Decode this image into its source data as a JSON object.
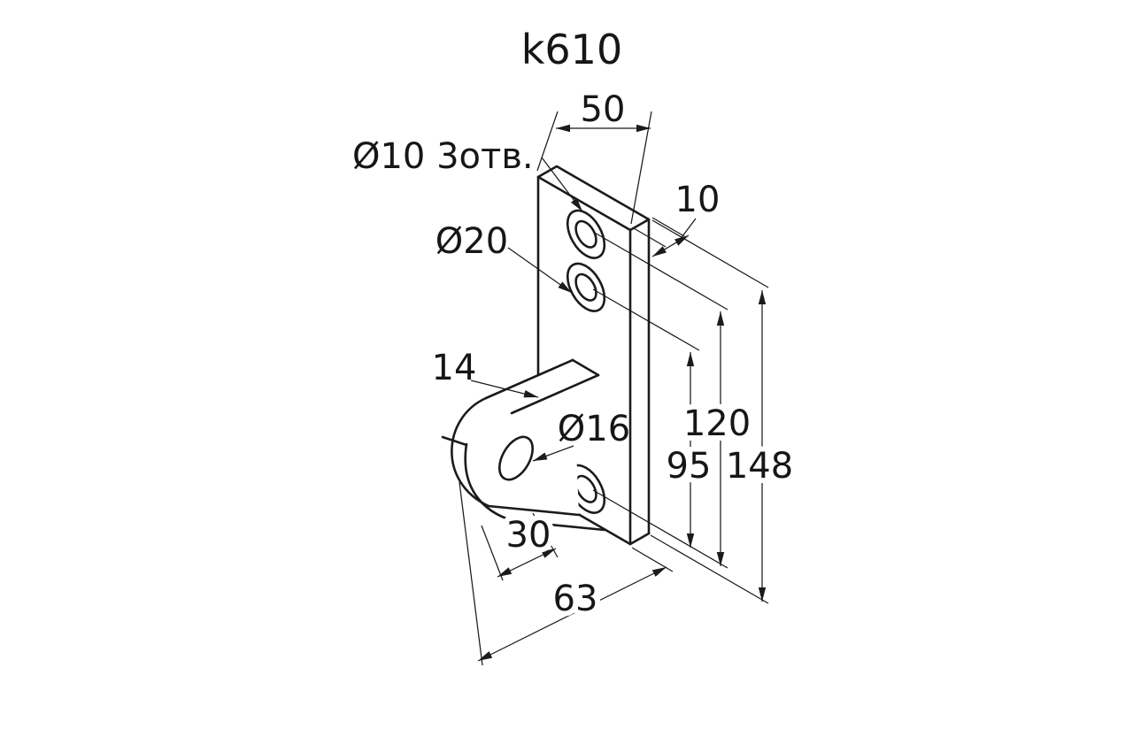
{
  "drawing": {
    "title": "k610",
    "labels": {
      "holes_note": "Ø10 3отв.",
      "dim_50": "50",
      "dim_10": "10",
      "dia_20": "Ø20",
      "dim_14": "14",
      "dia_16": "Ø16",
      "dim_120": "120",
      "dim_95": "95",
      "dim_148": "148",
      "dim_30": "30",
      "dim_63": "63"
    }
  }
}
